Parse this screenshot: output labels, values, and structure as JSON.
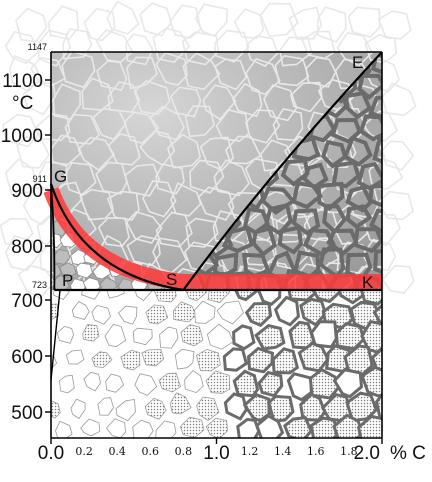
{
  "colors": {
    "austenite_fill": "#b5b5b5",
    "grain_boundary": "#e8e8e8",
    "cementite_network": "#6b6b6b",
    "pearlite_dots": "#8a8a8a",
    "ferrite_fill": "#ffffff",
    "highlight_band": "#ff3a3a",
    "line": "#000000"
  },
  "y_axis": {
    "unit": "°C",
    "major_ticks": [
      "500",
      "600",
      "700",
      "800",
      "900",
      "1000",
      "1100"
    ],
    "special_ticks": [
      "723",
      "911",
      "1147"
    ]
  },
  "x_axis": {
    "unit": "% C",
    "major_ticks": [
      "0.0",
      "1.0",
      "2.0"
    ],
    "minor_ticks": [
      "0.2",
      "0.4",
      "0.6",
      "0.8",
      "1.2",
      "1.4",
      "1.6",
      "1.8"
    ]
  },
  "points": {
    "G": "G",
    "P": "P",
    "S": "S",
    "E": "E",
    "K": "K"
  },
  "chart_data": {
    "type": "phase-diagram",
    "title": "",
    "xlabel": "% C",
    "ylabel": "°C",
    "xlim": [
      0.0,
      2.0
    ],
    "ylim": [
      450,
      1147
    ],
    "points": [
      {
        "name": "G",
        "x": 0.0,
        "y": 911
      },
      {
        "name": "P",
        "x": 0.02,
        "y": 723
      },
      {
        "name": "S",
        "x": 0.8,
        "y": 723
      },
      {
        "name": "E",
        "x": 2.0,
        "y": 1147
      },
      {
        "name": "K",
        "x": 2.0,
        "y": 723
      }
    ],
    "lines": [
      {
        "name": "GS",
        "from": "G",
        "to": "S"
      },
      {
        "name": "SE",
        "from": "S",
        "to": "E"
      },
      {
        "name": "PSK",
        "from": "P",
        "to": "K"
      },
      {
        "name": "GP",
        "from": "G",
        "to": "P"
      }
    ],
    "highlight": "red band along G–S–K"
  }
}
